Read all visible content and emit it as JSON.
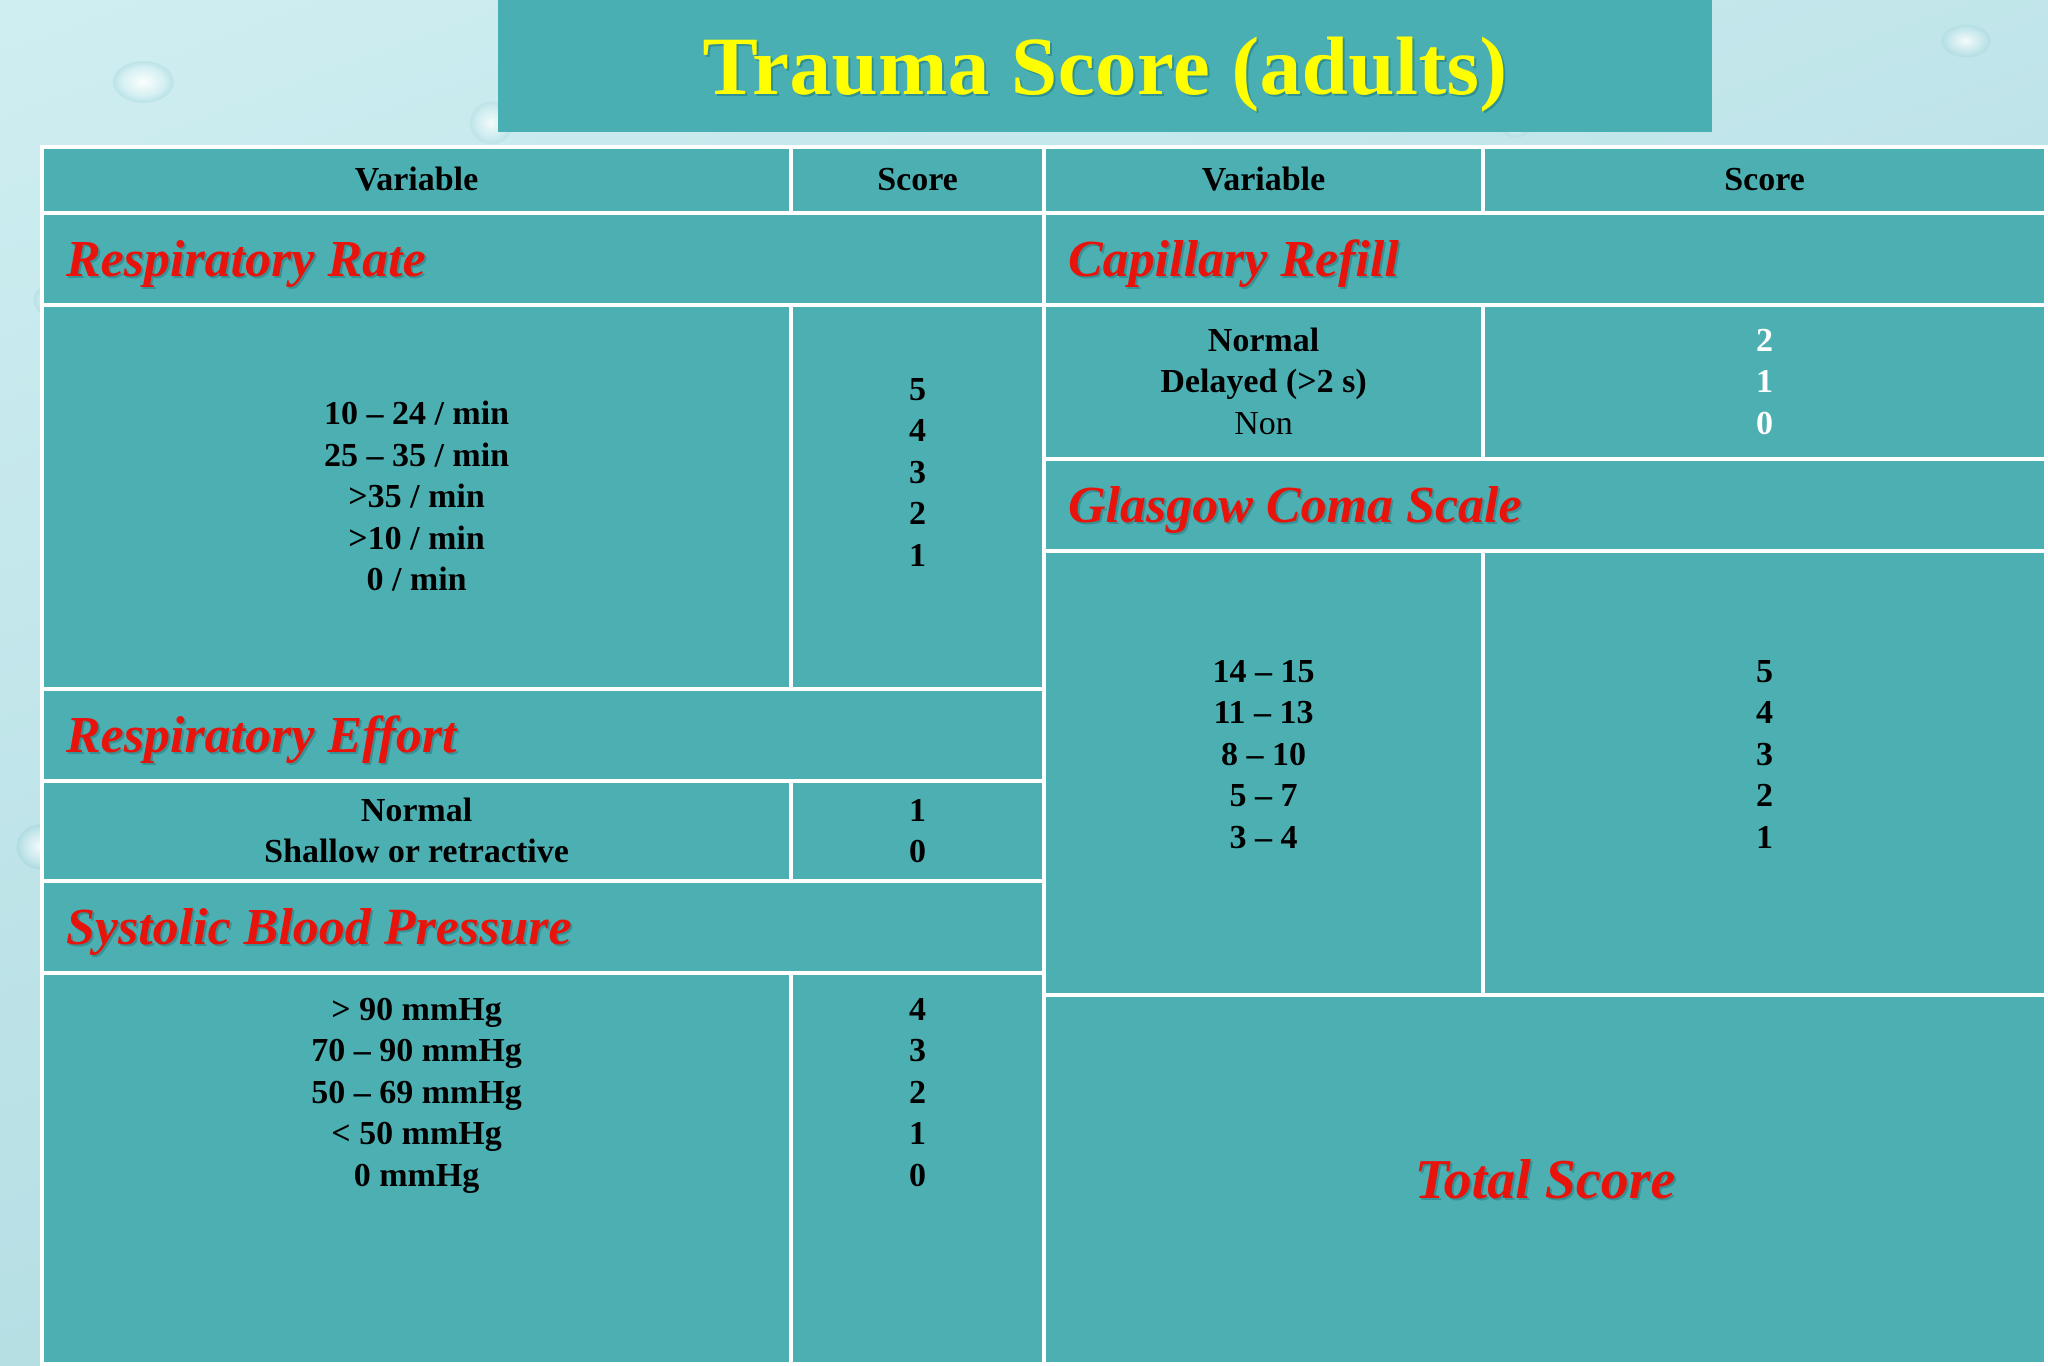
{
  "slide": {
    "title": "Trauma Score (adults)",
    "title_color": "#ffff00",
    "banner_color": "#4aafb2",
    "cell_color": "#4cb0b3",
    "grid_color": "#ffffff",
    "heading_color": "#e8140c",
    "background": "water-droplets-texture"
  },
  "headers": {
    "left_variable": "Variable",
    "left_score": "Score",
    "right_variable": "Variable",
    "right_score": "Score"
  },
  "left_column": {
    "sections": [
      {
        "title": "Respiratory Rate",
        "rows": [
          {
            "variable": "10 – 24 / min",
            "score": "5"
          },
          {
            "variable": "25 – 35 / min",
            "score": "4"
          },
          {
            "variable": ">35 / min",
            "score": "3"
          },
          {
            "variable": ">10 / min",
            "score": "2"
          },
          {
            "variable": "0 / min",
            "score": "1"
          }
        ]
      },
      {
        "title": "Respiratory Effort",
        "rows": [
          {
            "variable": "Normal",
            "score": "1"
          },
          {
            "variable": "Shallow or retractive",
            "score": "0"
          }
        ]
      },
      {
        "title": "Systolic Blood Pressure",
        "rows": [
          {
            "variable": "> 90 mmHg",
            "score": "4"
          },
          {
            "variable": "70 – 90 mmHg",
            "score": "3"
          },
          {
            "variable": "50 – 69 mmHg",
            "score": "2"
          },
          {
            "variable": "< 50 mmHg",
            "score": "1"
          },
          {
            "variable": "0 mmHg",
            "score": "0"
          }
        ]
      }
    ]
  },
  "right_column": {
    "sections": [
      {
        "title": "Capillary Refill",
        "rows": [
          {
            "variable": "Normal",
            "score": "2"
          },
          {
            "variable": "Delayed (>2 s)",
            "score": "1"
          },
          {
            "variable": "Non",
            "score": "0"
          }
        ]
      },
      {
        "title": "Glasgow Coma Scale",
        "rows": [
          {
            "variable": "14 – 15",
            "score": "5"
          },
          {
            "variable": "11 – 13",
            "score": "4"
          },
          {
            "variable": "8 – 10",
            "score": "3"
          },
          {
            "variable": "5 – 7",
            "score": "2"
          },
          {
            "variable": "3 – 4",
            "score": "1"
          }
        ]
      }
    ],
    "total_label": "Total  Score"
  }
}
